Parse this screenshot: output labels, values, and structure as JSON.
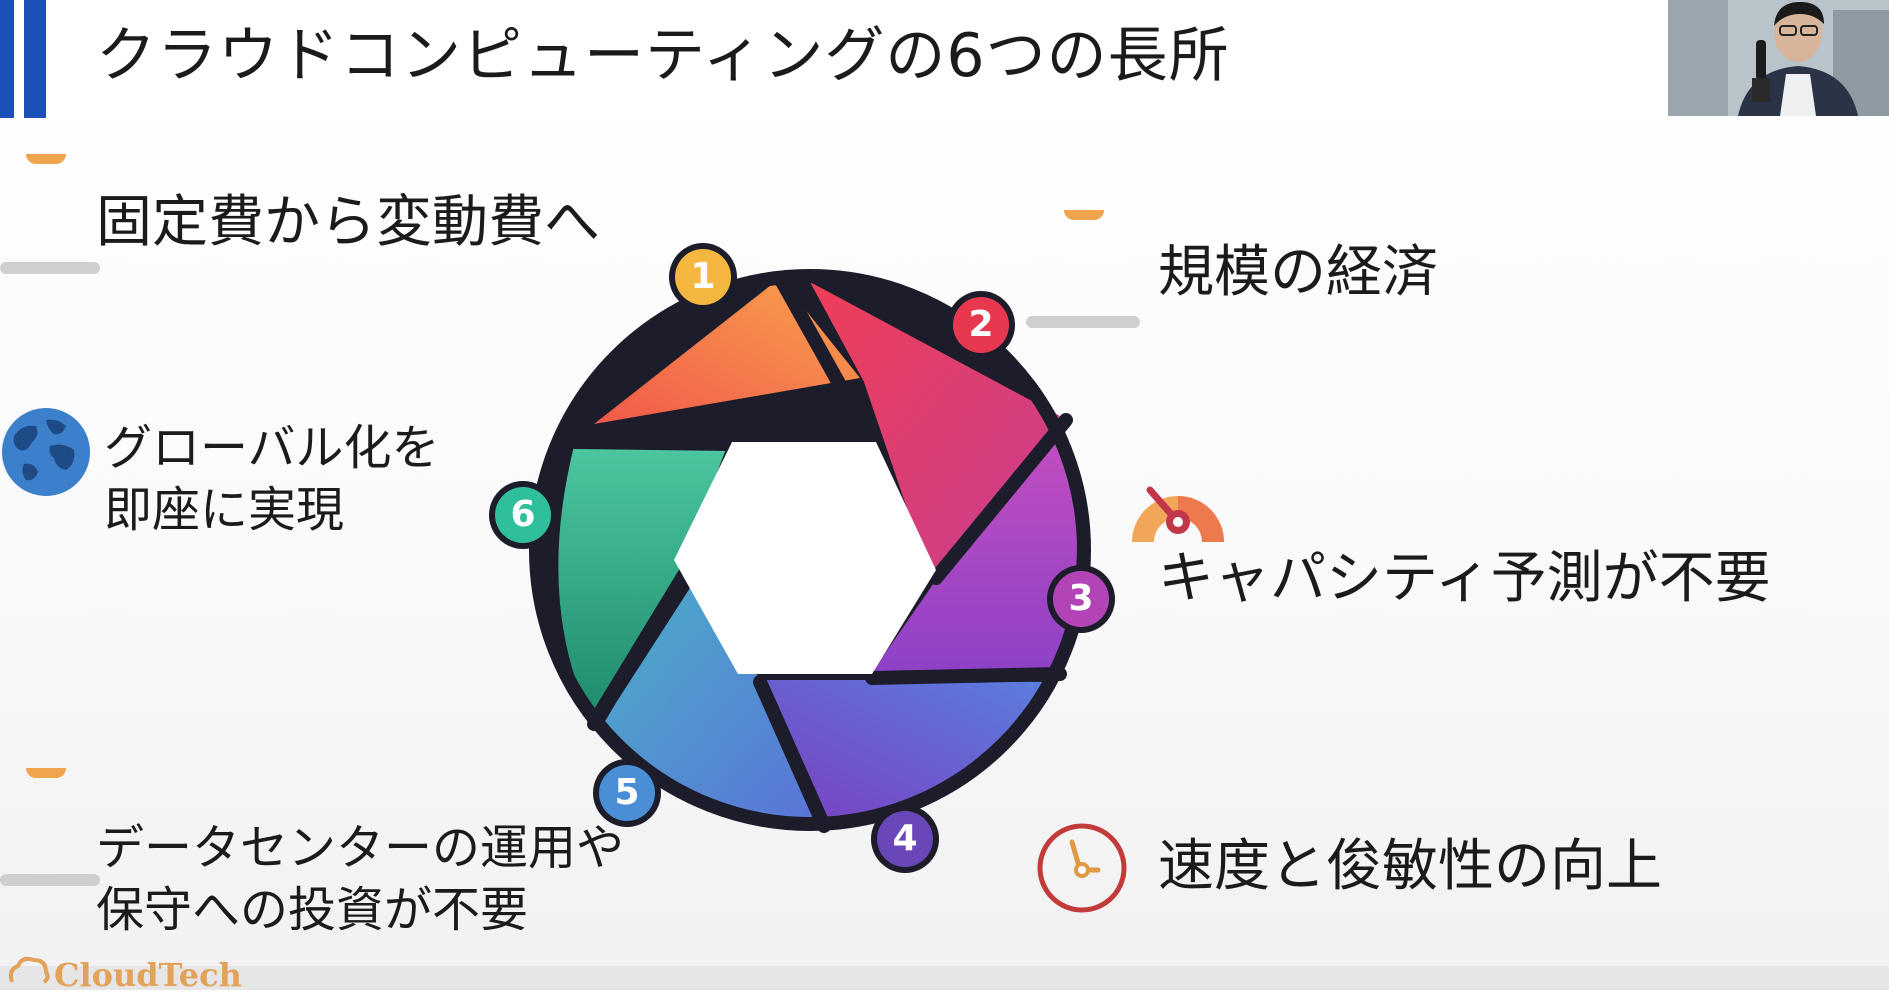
{
  "title": "クラウドコンピューティングの6つの長所",
  "advantages": [
    {
      "number": "1",
      "label_lines": [
        "固定費から変動費へ"
      ],
      "color": "#f4b840",
      "icon": "none"
    },
    {
      "number": "2",
      "label_lines": [
        "規模の経済"
      ],
      "color": "#e8384f",
      "icon": "none"
    },
    {
      "number": "3",
      "label_lines": [
        "キャパシティ予測が不要"
      ],
      "color": "#b344b8",
      "icon": "gauge-icon"
    },
    {
      "number": "4",
      "label_lines": [
        "速度と俊敏性の向上"
      ],
      "color": "#6a47b8",
      "icon": "clock-icon"
    },
    {
      "number": "5",
      "label_lines": [
        "データセンターの運用や",
        "保守への投資が不要"
      ],
      "color": "#4a8fd6",
      "icon": "none"
    },
    {
      "number": "6",
      "label_lines": [
        "グローバル化を",
        "即座に実現"
      ],
      "color": "#2fbf9c",
      "icon": "globe-icon"
    }
  ],
  "brand": "CloudTech",
  "colors": {
    "accent": "#1d4fb8",
    "outline": "#1c1c2a"
  }
}
